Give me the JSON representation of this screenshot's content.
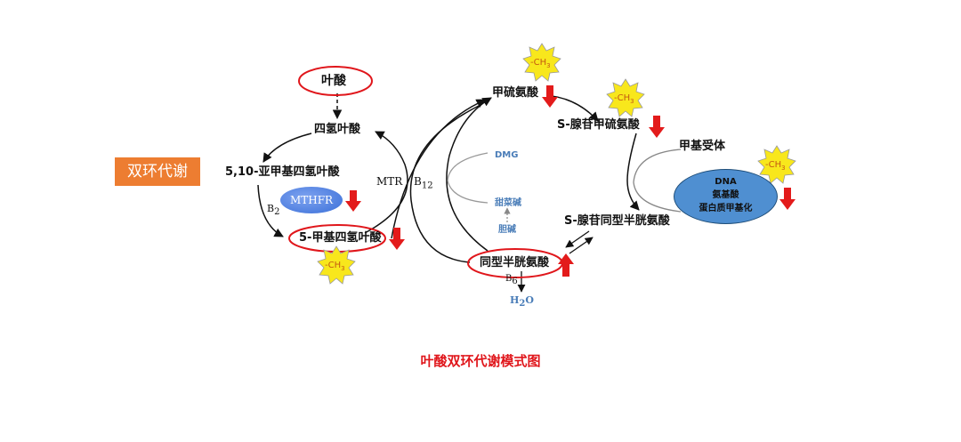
{
  "side_tag": "双环代谢",
  "caption": "叶酸双环代谢模式图",
  "left_cycle": {
    "folate": "叶酸",
    "thf": "四氢叶酸",
    "methylene_thf": "5,10-亚甲基四氢叶酸",
    "enzyme": "MTHFR",
    "b2": "B",
    "b2_sub": "2",
    "methyl_thf": "5-甲基四氢叶酸"
  },
  "mtr": {
    "label": "MTR",
    "b12": "B",
    "b12_sub": "12"
  },
  "right_cycle": {
    "methionine": "甲硫氨酸",
    "sam": "S-腺苷甲硫氨酸",
    "methyl_acceptor": "甲基受体",
    "sah": "S-腺苷同型半胱氨酸",
    "homocysteine": "同型半胱氨酸",
    "b6": "B",
    "b6_sub": "6",
    "water": "H",
    "water_sub": "2",
    "water_end": "O"
  },
  "bhmt": {
    "dmg": "DMG",
    "betaine": "甜菜碱",
    "choline": "胆碱"
  },
  "methylation_target": {
    "line1": "DNA",
    "line2": "氨基酸",
    "line3": "蛋白质甲基化"
  },
  "methyl_badge": {
    "text": "-CH",
    "sub": "3"
  },
  "colors": {
    "down_arrow": "#e31b1b",
    "highlight_ring": "#e0161b",
    "side_tag": "#ed7d31",
    "enzyme": "#3a6fd8",
    "target_ellipse": "#4f8fd1",
    "badge_fill": "#f8e71c"
  }
}
